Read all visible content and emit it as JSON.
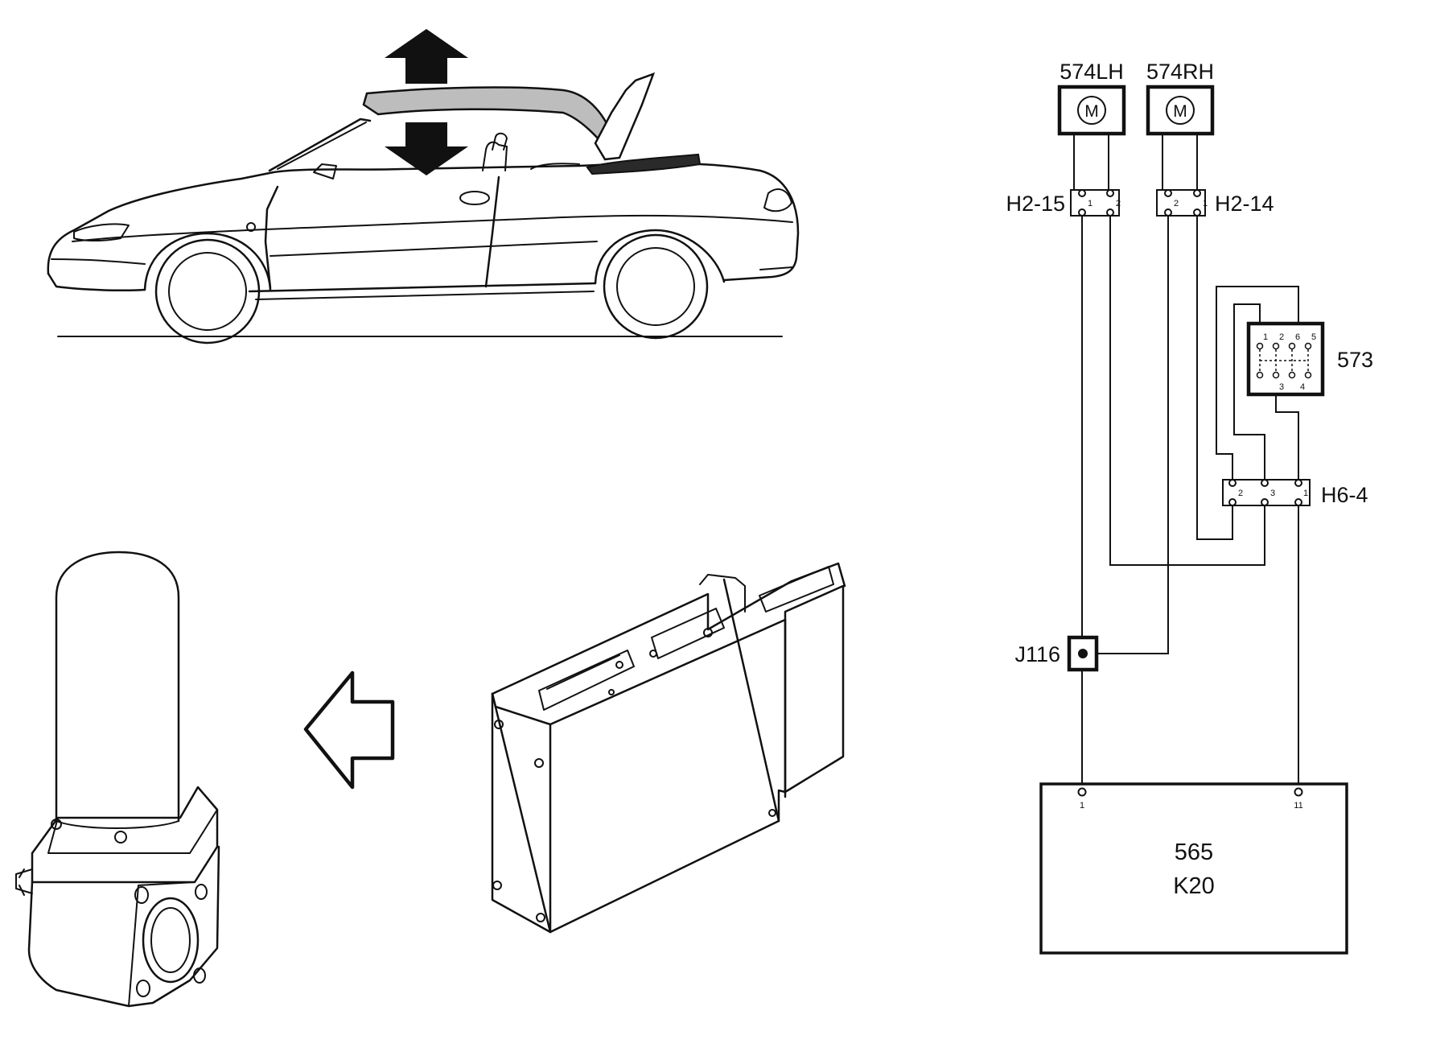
{
  "colors": {
    "ink": "#111111",
    "paper": "#ffffff",
    "roof_fill": "#bdbdbd",
    "dark_fill": "#2a2a2a"
  },
  "icons": {
    "up_arrow": "arrow-up-icon",
    "down_arrow": "arrow-down-icon",
    "pointer_arrow": "arrow-left-outline-icon",
    "motor_symbol": "motor-symbol-icon"
  },
  "diagram": {
    "motor_left": {
      "label": "574LH",
      "symbol": "M"
    },
    "motor_right": {
      "label": "574RH",
      "symbol": "M"
    },
    "connector_h2_15": {
      "label": "H2-15",
      "pins": [
        "1",
        "2"
      ]
    },
    "connector_h2_14": {
      "label": "H2-14",
      "pins": [
        "2",
        "1"
      ]
    },
    "switch_573": {
      "label": "573",
      "pins_top": [
        "1",
        "2",
        "6",
        "5"
      ],
      "pins_bottom": [
        "3",
        "4"
      ]
    },
    "connector_h6_4": {
      "label": "H6-4",
      "pins": [
        "2",
        "3",
        "1"
      ]
    },
    "junction_j116": {
      "label": "J116"
    },
    "control_module": {
      "line1": "565",
      "line2": "K20",
      "pins": [
        "1",
        "11"
      ]
    }
  }
}
